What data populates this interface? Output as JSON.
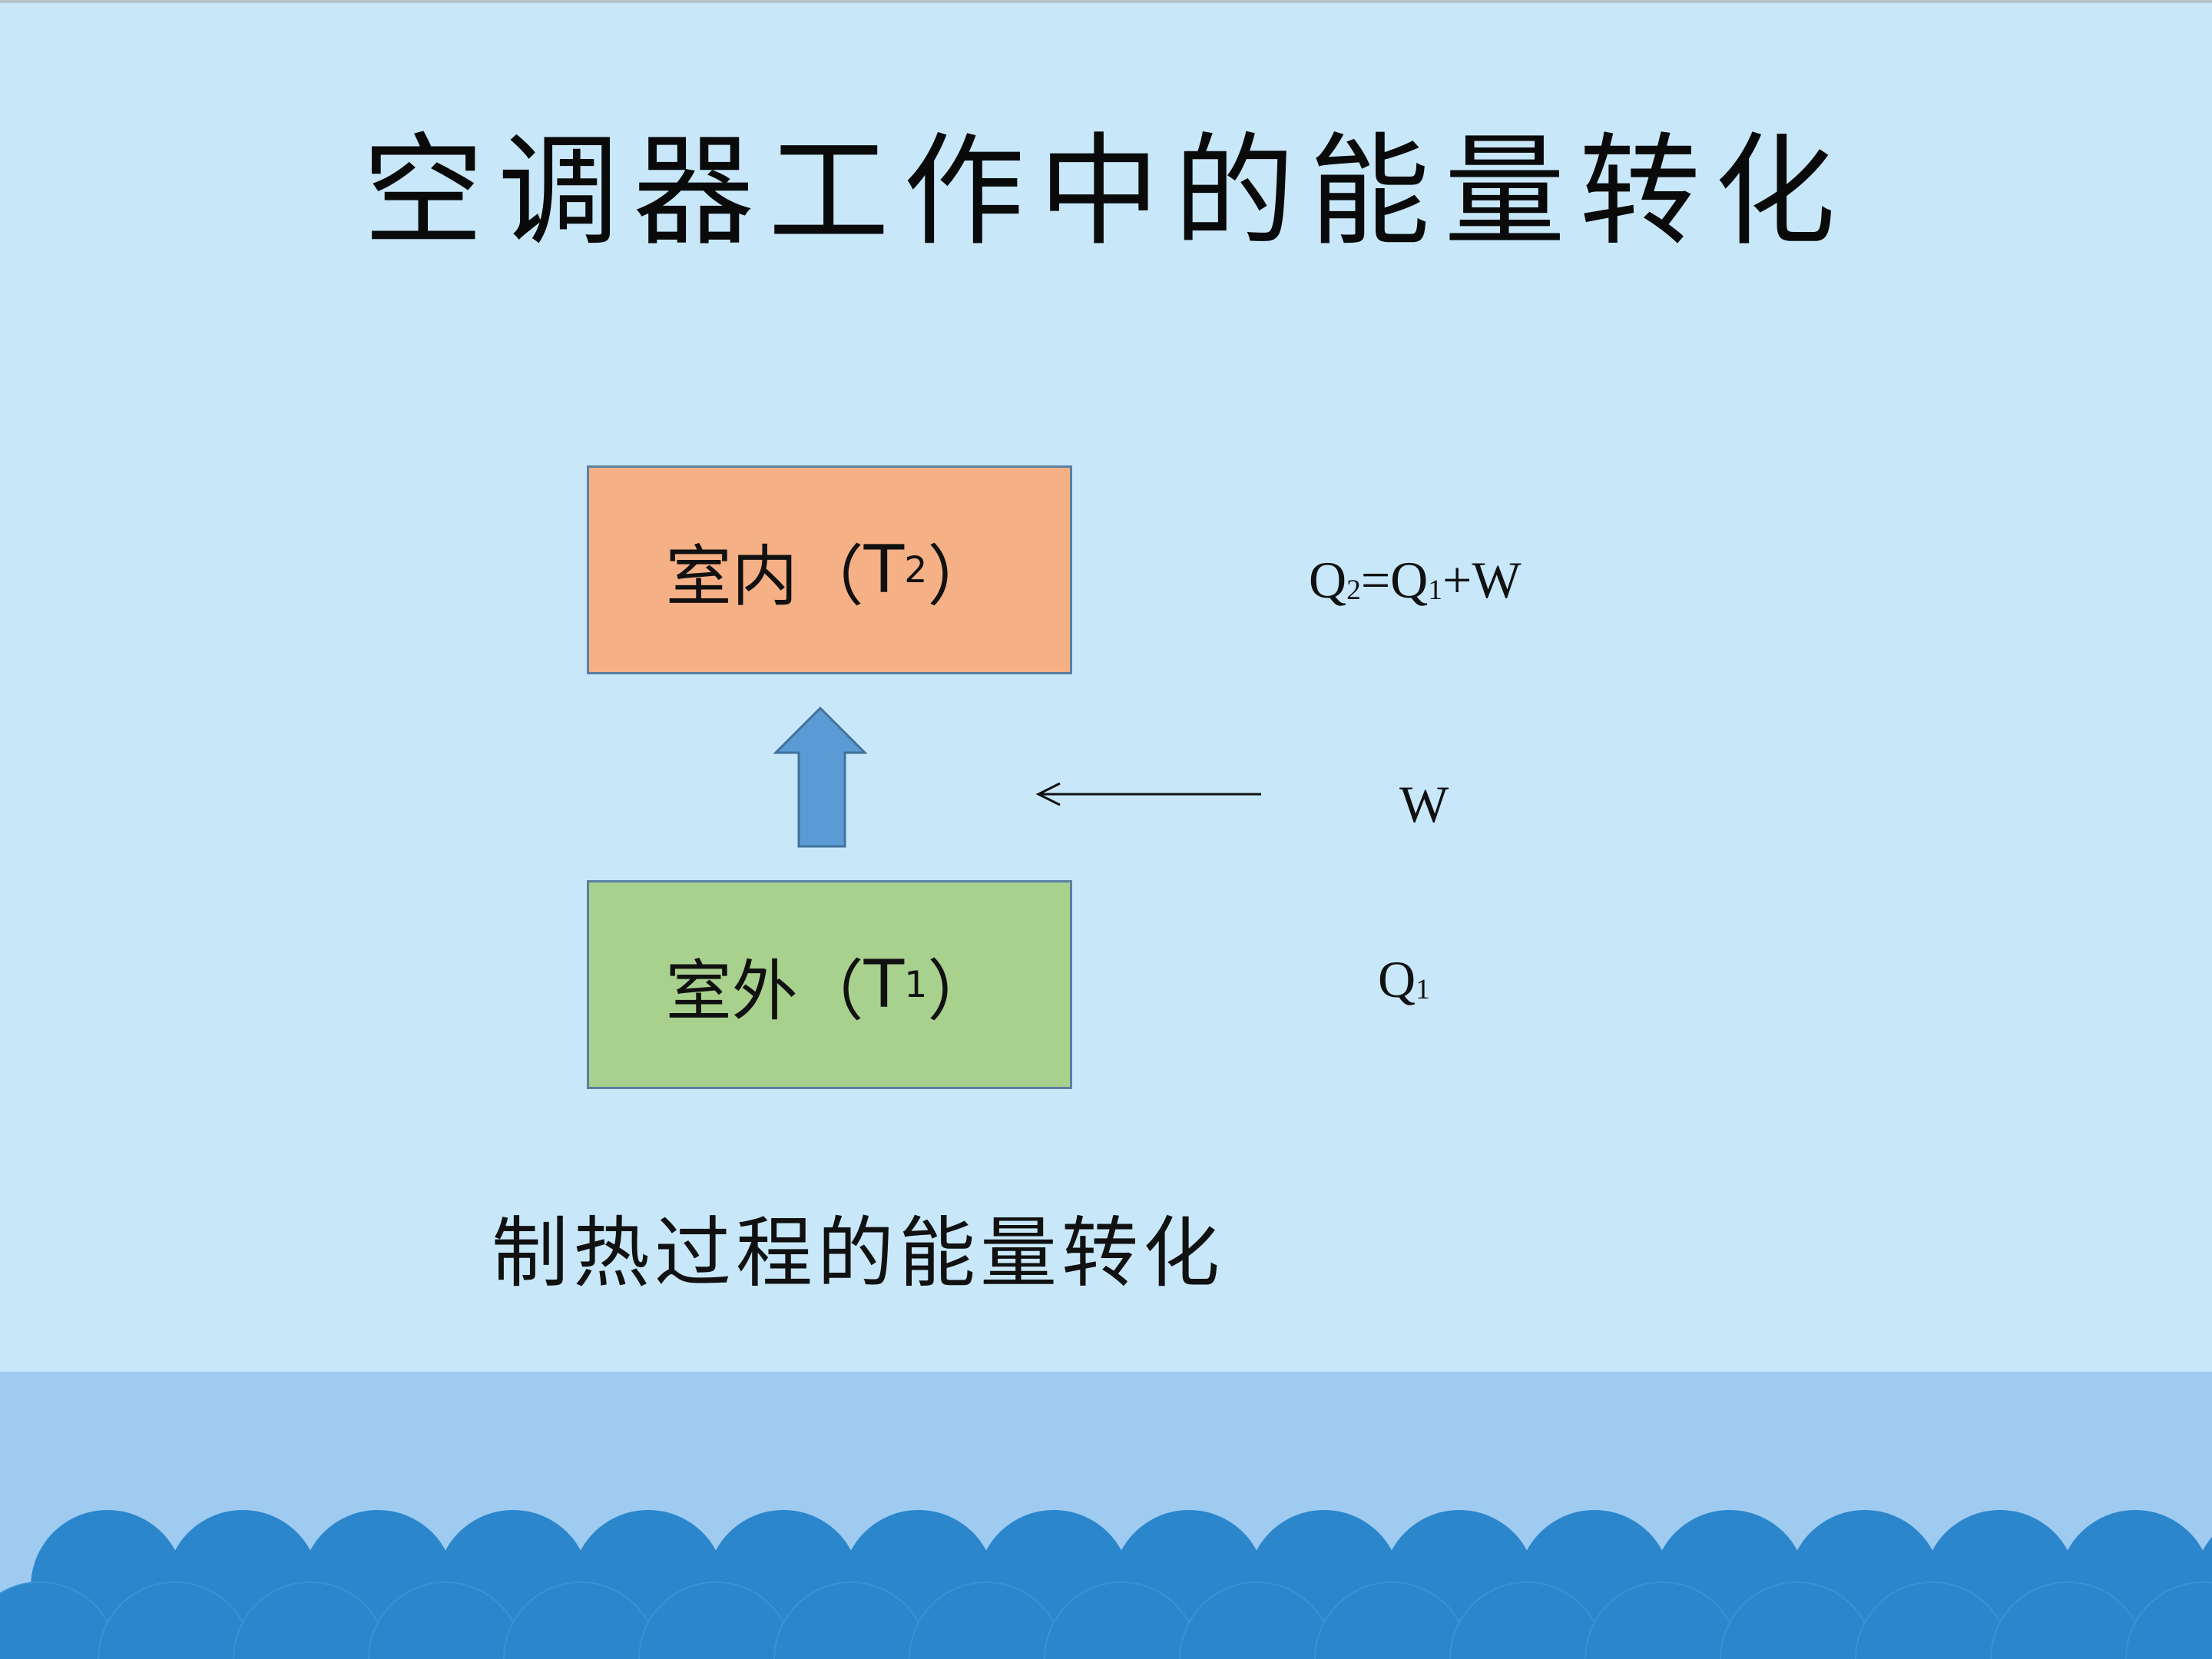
{
  "slide": {
    "title": "空调器工作中的能量转化",
    "caption": "制热过程的能量转化"
  },
  "indoor_box": {
    "label": "室内",
    "paren_open": "（",
    "symbol": "T",
    "subscript": "2",
    "paren_close": "）",
    "fill_color": "#f5b085"
  },
  "outdoor_box": {
    "label": "室外",
    "paren_open": "（",
    "symbol": "T",
    "subscript": "1",
    "paren_close": "）",
    "fill_color": "#a9d18e"
  },
  "formulas": {
    "q2": {
      "a": "Q",
      "a_sub": "2",
      "mid": "=Q",
      "mid_sub": "1",
      "tail": "+W"
    },
    "w": "W",
    "q1": {
      "a": "Q",
      "a_sub": "1"
    }
  },
  "icons": {
    "up_arrow": "up-block-arrow-icon",
    "left_arrow": "left-thin-arrow-icon"
  },
  "colors": {
    "background": "#c8e8fa",
    "band": "#9fcbf0",
    "scallop": "#2b86cc",
    "arrow_fill": "#5b9bd5"
  }
}
